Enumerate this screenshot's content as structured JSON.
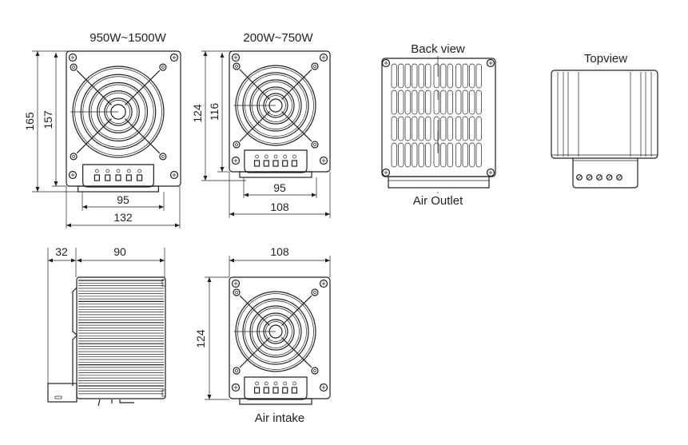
{
  "views": {
    "front_large": {
      "title": "950W~1500W",
      "dims": {
        "height_outer": "165",
        "height_inner": "157",
        "plate_width": "95",
        "width": "132"
      }
    },
    "front_small": {
      "title": "200W~750W",
      "dims": {
        "height_outer": "124",
        "height_inner": "116",
        "plate_width": "95",
        "width": "108"
      }
    },
    "back": {
      "title": "Back view",
      "caption": "Air Outlet"
    },
    "top": {
      "title": "Topview"
    },
    "side": {
      "dims": {
        "clip_depth": "32",
        "body_depth": "90"
      }
    },
    "intake": {
      "caption": "Air intake",
      "dims": {
        "width": "108",
        "height": "124"
      }
    }
  },
  "colors": {
    "line": "#231f20",
    "background": "#ffffff"
  }
}
